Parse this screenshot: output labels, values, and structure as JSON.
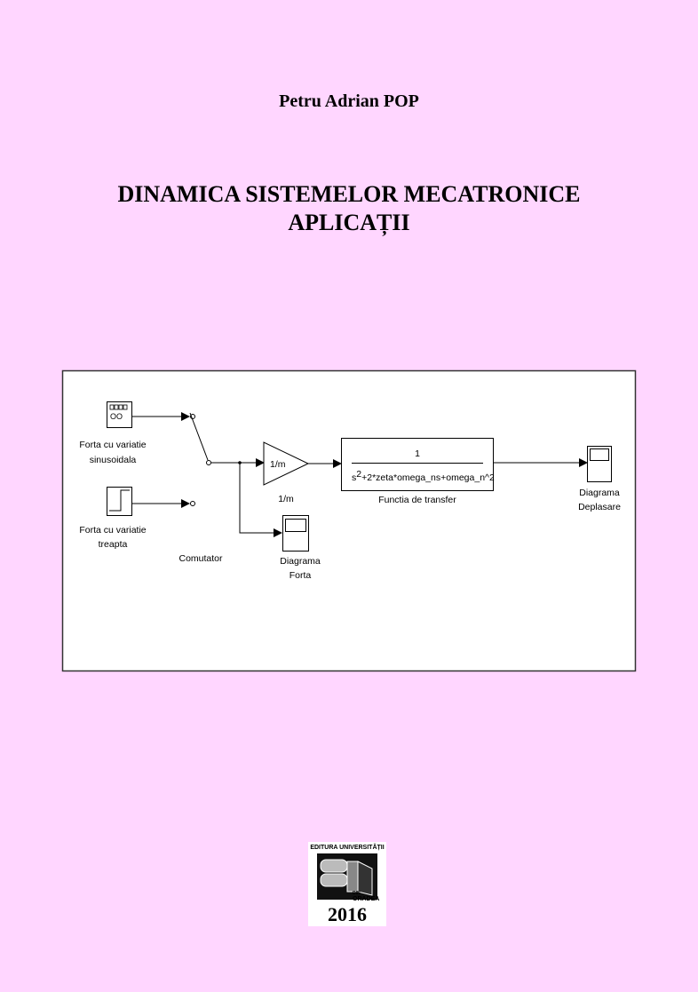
{
  "author": "Petru Adrian POP",
  "title": {
    "line1": "DINAMICA SISTEMELOR MECATRONICE",
    "line2": "APLICAȚII"
  },
  "diagram": {
    "sine_source": {
      "icon_text": "OO",
      "label1": "Forta cu variatie",
      "label2": "sinusoidala"
    },
    "step_source": {
      "label1": "Forta cu variatie",
      "label2": "treapta"
    },
    "switch": {
      "label": "Comutator"
    },
    "gain": {
      "value": "1/m",
      "label": "1/m"
    },
    "transfer_function": {
      "numerator": "1",
      "denominator_s": "s",
      "denominator_exp": "2",
      "denominator_rest": "+2*zeta*omega_ns+omega_n^2",
      "label": "Functia de transfer"
    },
    "scope_force": {
      "label1": "Diagrama",
      "label2": "Forta"
    },
    "scope_displacement": {
      "label1": "Diagrama",
      "label2": "Deplasare"
    }
  },
  "publisher": {
    "name": "EDITURA UNIVERSITĂȚII",
    "city_prefix": "DIN",
    "city": "ORADEA",
    "year": "2016"
  }
}
